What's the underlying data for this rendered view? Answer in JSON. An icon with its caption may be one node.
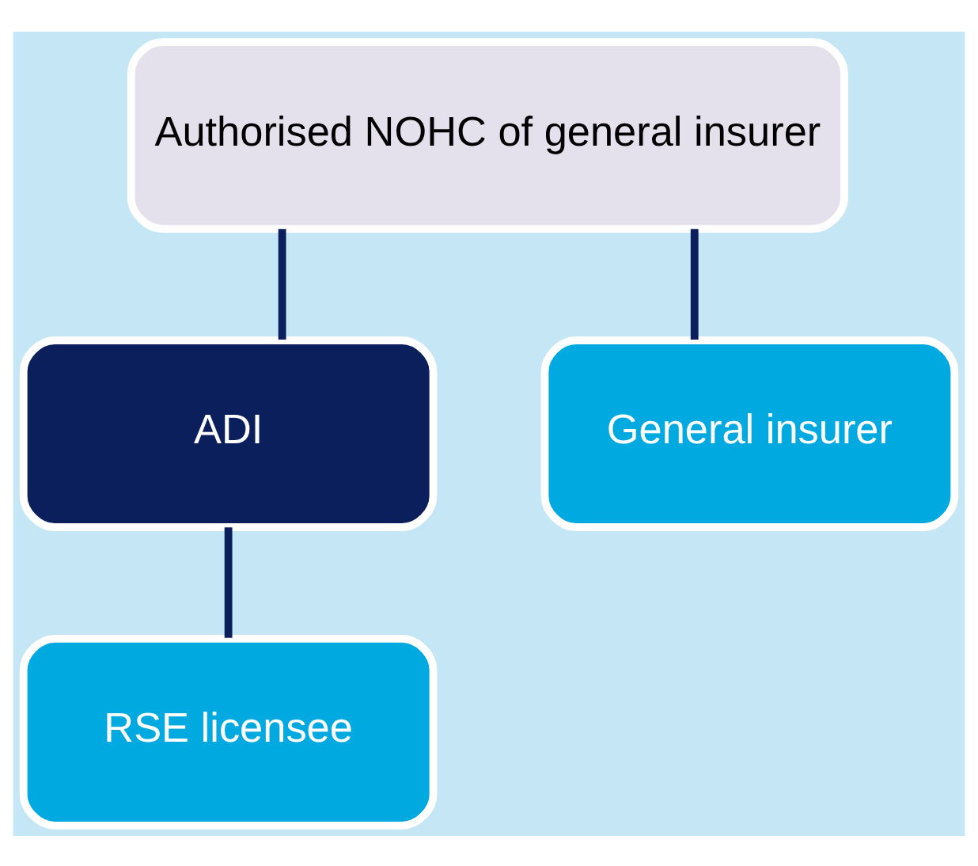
{
  "diagram": {
    "nodes": [
      {
        "text": [
          "Authorised NOHC of general insurer"
        ]
      },
      {
        "text": [
          "ADI"
        ]
      },
      {
        "text": [
          "General insurer"
        ]
      },
      {
        "text": [
          "RSE licensee"
        ]
      }
    ],
    "edges": [
      {
        "from": 0,
        "to": 1,
        "arrow": "none"
      },
      {
        "from": 0,
        "to": 2,
        "arrow": "none"
      },
      {
        "from": 1,
        "to": 3,
        "arrow": "none"
      }
    ]
  }
}
